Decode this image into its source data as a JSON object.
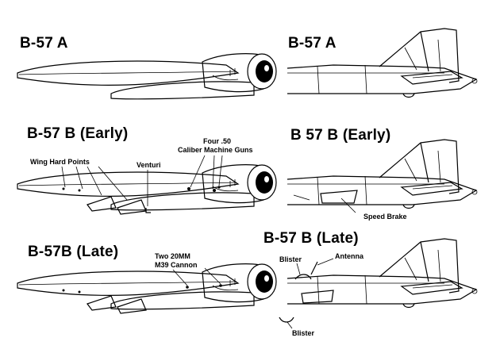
{
  "titles": {
    "left_a": "B-57 A",
    "right_a": "B-57 A",
    "left_b_early": "B-57 B (Early)",
    "right_b_early": "B 57 B (Early)",
    "left_b_late": "B-57B (Late)",
    "right_b_late": "B-57 B (Late)"
  },
  "callouts": {
    "wing_hard_points": "Wing Hard Points",
    "venturi": "Venturi",
    "guns_line1": "Four .50",
    "guns_line2": "Caliber Machine Guns",
    "speed_brake": "Speed Brake",
    "cannon_line1": "Two 20MM",
    "cannon_line2": "M39 Cannon",
    "blister_top": "Blister",
    "antenna": "Antenna",
    "blister_bottom": "Blister"
  },
  "colors": {
    "ink": "#000000",
    "paper": "#ffffff"
  }
}
